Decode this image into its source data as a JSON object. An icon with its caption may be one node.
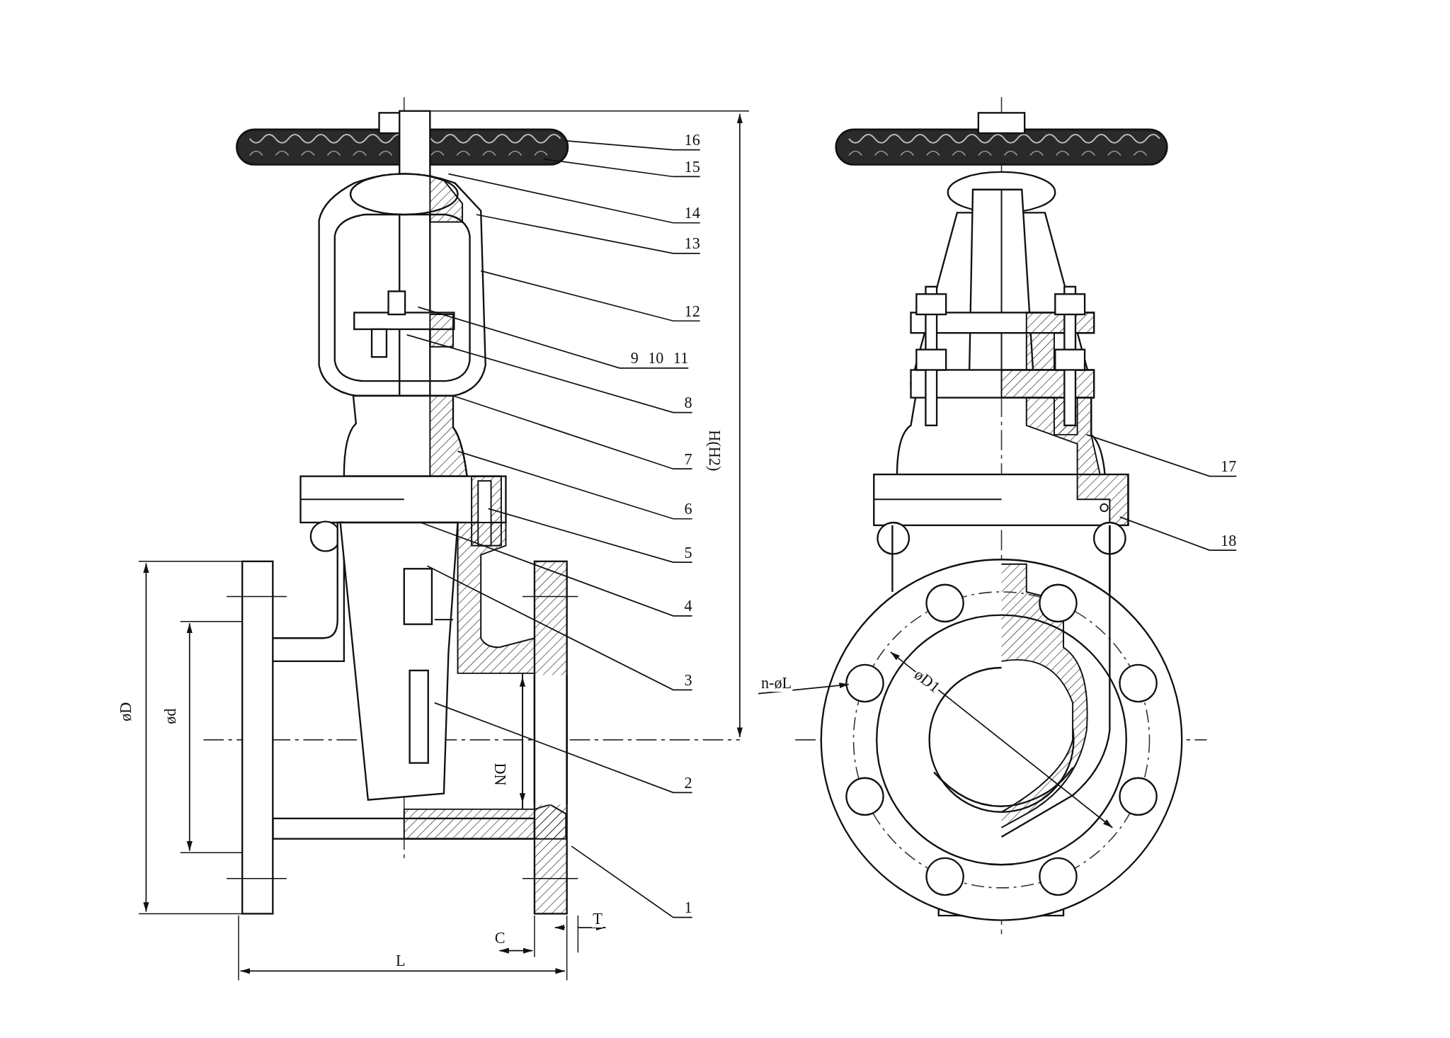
{
  "diagram": {
    "nodes": [
      {
        "text": [
          "16"
        ]
      },
      {
        "text": [
          "15"
        ]
      },
      {
        "text": [
          "14"
        ]
      },
      {
        "text": [
          "13"
        ]
      },
      {
        "text": [
          "12"
        ]
      },
      {
        "text": [
          "9 10 11"
        ]
      },
      {
        "text": [
          "8"
        ]
      },
      {
        "text": [
          "7"
        ]
      },
      {
        "text": [
          "6"
        ]
      },
      {
        "text": [
          "5"
        ]
      },
      {
        "text": [
          "4"
        ]
      },
      {
        "text": [
          "3"
        ]
      },
      {
        "text": [
          "2"
        ]
      },
      {
        "text": [
          "1"
        ]
      },
      {
        "text": [
          "17"
        ]
      },
      {
        "text": [
          "18"
        ]
      }
    ],
    "edges": [
      {
        "from": 0,
        "to": null,
        "arrow": "none"
      },
      {
        "from": 1,
        "to": null,
        "arrow": "none"
      },
      {
        "from": 2,
        "to": null,
        "arrow": "none"
      },
      {
        "from": 3,
        "to": null,
        "arrow": "none"
      },
      {
        "from": 4,
        "to": null,
        "arrow": "none"
      },
      {
        "from": 5,
        "to": null,
        "arrow": "none"
      },
      {
        "from": 6,
        "to": null,
        "arrow": "none"
      },
      {
        "from": 7,
        "to": null,
        "arrow": "none"
      },
      {
        "from": 8,
        "to": null,
        "arrow": "none"
      },
      {
        "from": 9,
        "to": null,
        "arrow": "none"
      },
      {
        "from": 10,
        "to": null,
        "arrow": "none"
      },
      {
        "from": 11,
        "to": null,
        "arrow": "none"
      },
      {
        "from": 12,
        "to": null,
        "arrow": "none"
      },
      {
        "from": 13,
        "to": null,
        "arrow": "none"
      },
      {
        "from": 14,
        "to": null,
        "arrow": "none"
      },
      {
        "from": 15,
        "to": null,
        "arrow": "none"
      }
    ],
    "labels": [
      "H(H2)",
      "øD1",
      "n-øL",
      "øD",
      "ød",
      "DN",
      "C",
      "T",
      "L"
    ]
  }
}
